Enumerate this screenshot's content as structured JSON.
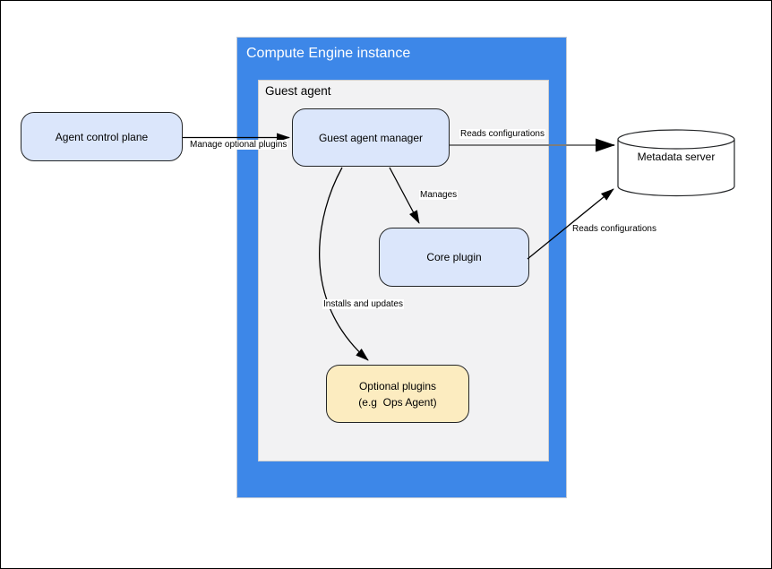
{
  "containers": {
    "compute_engine": {
      "label": "Compute Engine instance"
    },
    "guest_agent": {
      "label": "Guest agent"
    }
  },
  "nodes": {
    "agent_control_plane": {
      "label": "Agent control plane"
    },
    "guest_agent_manager": {
      "label": "Guest agent manager"
    },
    "core_plugin": {
      "label": "Core plugin"
    },
    "optional_plugins": {
      "label_line1": "Optional plugins",
      "label_line2": "(e.g  Ops Agent)"
    },
    "metadata_server": {
      "label": "Metadata server"
    }
  },
  "edges": {
    "manage_optional_plugins": {
      "label": "Manage optional plugins"
    },
    "manager_reads_configurations": {
      "label": "Reads configurations"
    },
    "manages": {
      "label": "Manages"
    },
    "core_reads_configurations": {
      "label": "Reads configurations"
    },
    "installs_and_updates": {
      "label": "Installs and updates"
    }
  },
  "colors": {
    "container_blue": "#3d87e8",
    "inner_gray": "#f2f2f3",
    "node_blue_fill": "#dbe6fb",
    "node_tan_fill": "#fcecc0",
    "node_border": "#232527",
    "edge_black": "#000000",
    "edge_gray": "#7d7d7d",
    "title_white": "#ffffff"
  }
}
